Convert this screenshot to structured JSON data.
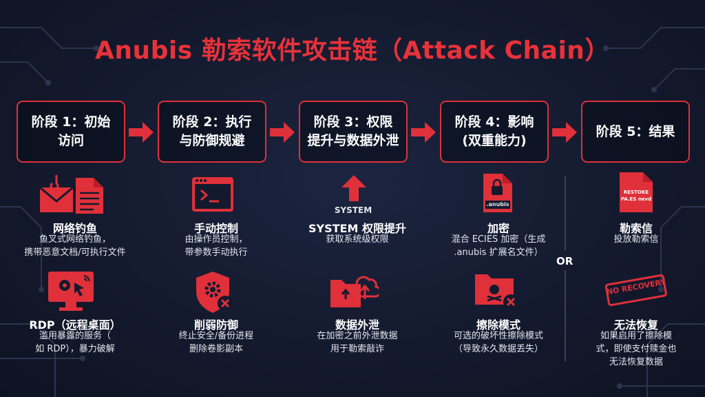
{
  "title": "Anubis 勒索软件攻击链（Attack Chain）",
  "stages": [
    {
      "line1": "阶段 1：初始",
      "line2": "访问"
    },
    {
      "line1": "阶段 2：执行",
      "line2": "与防御规避"
    },
    {
      "line1": "阶段 3：权限",
      "line2": "提升与数据外泄"
    },
    {
      "line1": "阶段 4：影响",
      "line2": "(双重能力)"
    },
    {
      "line1": "阶段 5：结果",
      "line2": ""
    }
  ],
  "items": {
    "phishing": {
      "title": "网络钓鱼",
      "desc1": "鱼叉式网络钓鱼，",
      "desc2": "携带恶意文档/可执行文件"
    },
    "rdp": {
      "title": "RDP（远程桌面）",
      "desc1": "滥用暴露的服务（",
      "desc2": "如 RDP），暴力破解"
    },
    "manual": {
      "title": "手动控制",
      "desc1": "由操作员控制，",
      "desc2": "带参数手动执行"
    },
    "weaken": {
      "title": "削弱防御",
      "desc1": "终止安全/备份进程",
      "desc2": "删除卷影副本"
    },
    "privesc": {
      "label": "SYSTEM",
      "title": "SYSTEM 权限提升",
      "desc1": "获取系统级权限"
    },
    "exfil": {
      "title": "数据外泄",
      "desc1": "在加密之前外泄数据",
      "desc2": "用于勒索敲诈"
    },
    "encrypt": {
      "file_label": ".anubis",
      "title": "加密",
      "desc1": "混合 ECIES 加密（生成",
      "desc2": ".anubis 扩展名文件）"
    },
    "wipe": {
      "title": "擦除模式",
      "desc1": "可选的破坏性擦除模式",
      "desc2": "（导致永久数据丢失）"
    },
    "note": {
      "file_label1": "RESTOKE",
      "file_label2": "PA.ES nevd",
      "title": "勒索信",
      "desc1": "投放勒索信"
    },
    "norecovery": {
      "stamp": "NO RECOVERY",
      "title": "无法恢复",
      "desc1": "如果启用了擦除模",
      "desc2": "式，即使支付赎金也",
      "desc3": "无法恢复数据"
    }
  },
  "or_label": "OR",
  "colors": {
    "accent": "#e0303a",
    "background": "#141a2e"
  }
}
